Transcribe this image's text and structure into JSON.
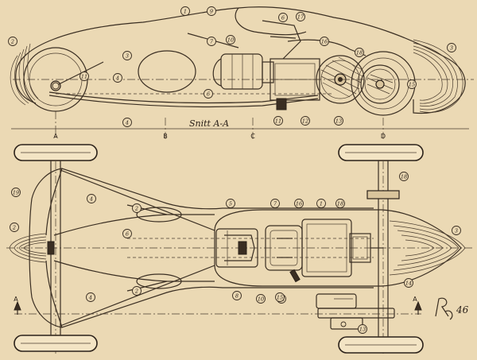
{
  "section_title": "Snitt A-A",
  "section_markers": {
    "a": "A",
    "b": "B",
    "c": "C",
    "d": "D"
  },
  "plan_section_arrows": {
    "left": "A",
    "right": "A"
  },
  "signature": "46",
  "part_numbers": [
    "1",
    "2",
    "3",
    "4",
    "5",
    "6",
    "7",
    "8",
    "9",
    "10",
    "11",
    "12",
    "13",
    "14",
    "15",
    "16",
    "17",
    "18",
    "19"
  ],
  "colors": {
    "paper": "#ebd9b4",
    "ink": "#2b2119"
  }
}
